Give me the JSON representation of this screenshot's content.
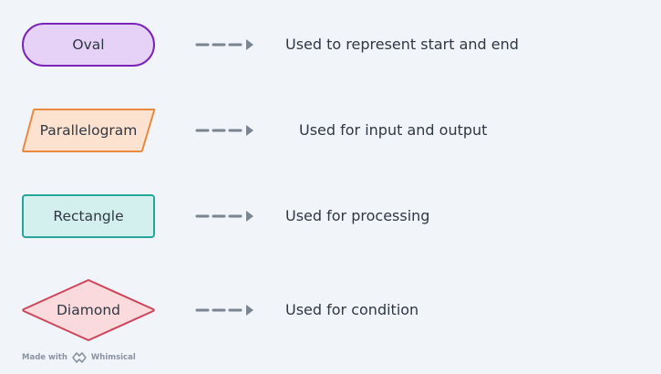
{
  "rows": [
    {
      "shape": "Oval",
      "description": "Used to represent start and end",
      "fill": "#e6d2f6",
      "stroke": "#7a24b8"
    },
    {
      "shape": "Parallelogram",
      "description": "Used for input and output",
      "fill": "#fde3cf",
      "stroke": "#e98b3f"
    },
    {
      "shape": "Rectangle",
      "description": "Used for processing",
      "fill": "#d3f0ef",
      "stroke": "#24a79a"
    },
    {
      "shape": "Diamond",
      "description": "Used for condition",
      "fill": "#fadadd",
      "stroke": "#d0445a"
    }
  ],
  "arrow_color": "#7b8592",
  "footer": {
    "made_with": "Made with",
    "brand": "Whimsical",
    "brand_icon": "whimsical-logo-icon"
  }
}
